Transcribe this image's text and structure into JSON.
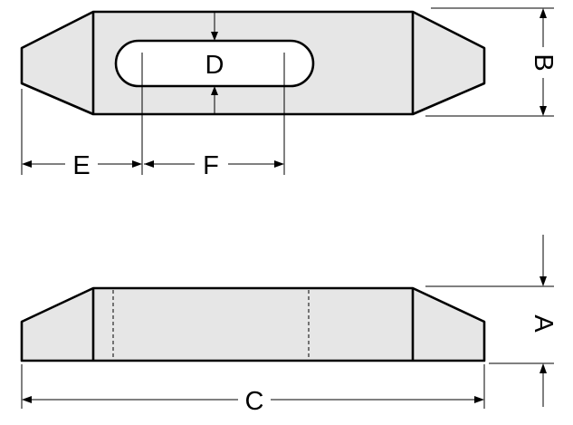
{
  "figure": {
    "colors": {
      "part_fill": "#e6e6e6",
      "line": "#000000",
      "background": "#ffffff"
    },
    "dimension_labels": {
      "A": "A",
      "B": "B",
      "C": "C",
      "D": "D",
      "E": "E",
      "F": "F"
    }
  }
}
